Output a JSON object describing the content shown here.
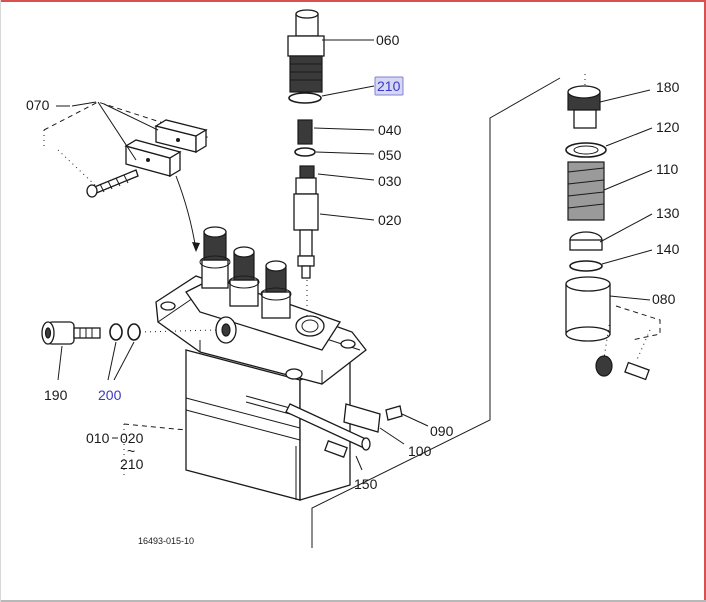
{
  "labels": {
    "l060": "060",
    "l210": "210",
    "l040": "040",
    "l050": "050",
    "l030": "030",
    "l020": "020",
    "l070": "070",
    "l180": "180",
    "l120": "120",
    "l110": "110",
    "l130": "130",
    "l140": "140",
    "l080": "080",
    "l190": "190",
    "l200": "200",
    "l090": "090",
    "l100": "100",
    "l150": "150",
    "l010": "010",
    "l020b": "020",
    "l210b": "210",
    "tilde": "~"
  },
  "caption": "16493-015-10",
  "highlight_colors": {
    "box_fill": "#d6d6f5",
    "box_stroke": "#8080d0",
    "text": "#3a3ac8"
  }
}
